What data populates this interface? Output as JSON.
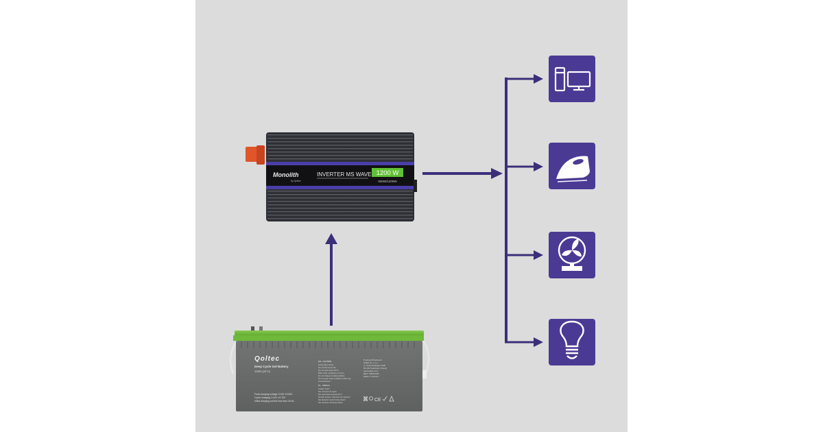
{
  "colors": {
    "background": "#ffffff",
    "panel": "#dcdcdc",
    "arrow": "#3b2f7a",
    "icon_tile": "#4b3a94",
    "inverter_body": "#3a3b40",
    "inverter_band": "#111114",
    "inverter_accent": "#4a3fa8",
    "badge_green": "#5fc234",
    "battery_body": "#6b6d6c",
    "battery_lid": "#6fb83a",
    "connector": "#e0552a"
  },
  "inverter": {
    "brand": "Monolith",
    "brand_sub": "by Qoltec",
    "model": "INVERTER MS WAVE",
    "power_badge": "1200 W",
    "power_sub": "600W/1200W"
  },
  "battery": {
    "brand": "Qoltec",
    "title": "Deep Cycle Gel Battery",
    "capacity": "10HR (25°C)",
    "specs": [
      "Float charging voltage 13.50~13.80V",
      "Cyclic charging 14.40~14.70V",
      "Initial charging current less than 40.0A"
    ],
    "caution_title": "EN - CAUTION",
    "caution_lines": [
      "Avoid short circuit",
      "Do not throw into fire",
      "Do not heat above 60°C",
      "Risk of fire, explosion or burns",
      "Do not charge a leaking battery",
      "Do not open case of battery under any",
      "circumstances"
    ],
    "caution2_title": "PL - UWAGA",
    "caution2_lines": [
      "Unikać zwarć",
      "Nie wrzucać do ognia",
      "Nie ogrzewać powyżej 60°C",
      "Ryzyko pożaru, wybuchu lub oparzeń",
      "Nie ładować nieszczelnej baterii",
      "Nie otwierać obudowy baterii"
    ],
    "producer_lines": [
      "Producer/Producent:",
      "QTEC sp. z o.o.",
      "ul. Chełmońskiego 4/4B",
      "66-100 Sulechów, Poland",
      "www.qoltec.com",
      "BDO: 000311367",
      "Made in Vietnam"
    ],
    "cert_marks": [
      "recycle-bin",
      "pb",
      "CE",
      "check",
      "warning"
    ]
  },
  "devices": [
    {
      "name": "computer",
      "icon": "computer-icon"
    },
    {
      "name": "iron",
      "icon": "iron-icon"
    },
    {
      "name": "fan",
      "icon": "fan-icon"
    },
    {
      "name": "light-bulb",
      "icon": "light-bulb-icon"
    }
  ]
}
